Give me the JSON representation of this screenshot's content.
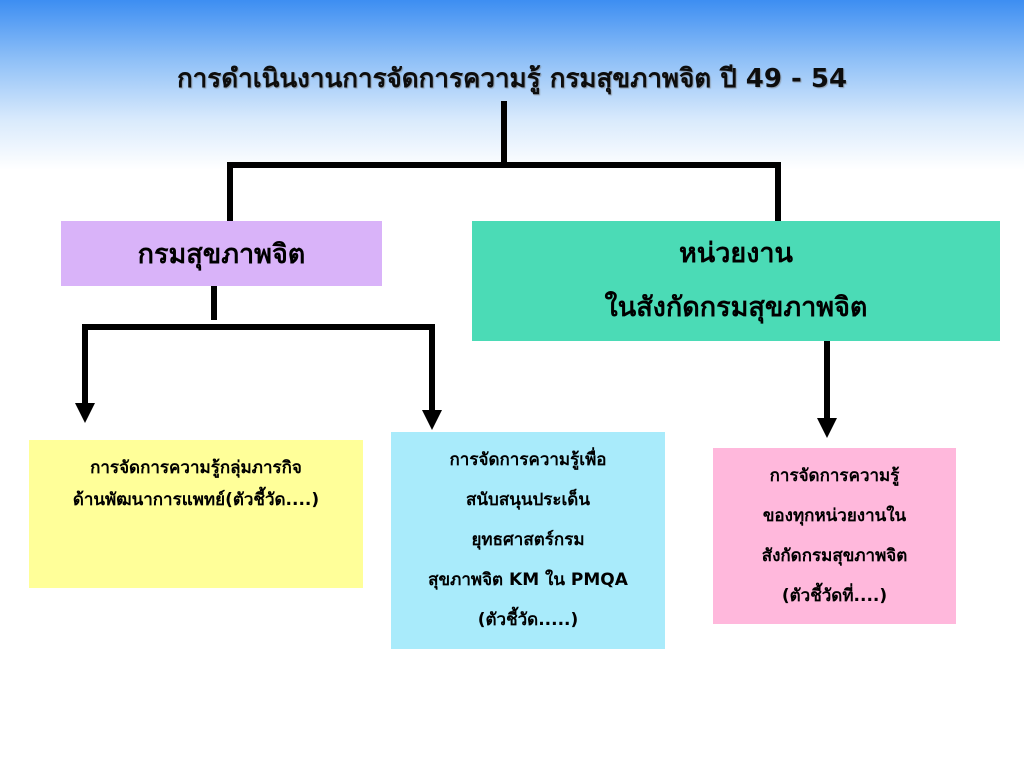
{
  "title": "การดำเนินงานการจัดการความรู้ กรมสุขภาพจิต ปี 49 - 54",
  "colors": {
    "department_box": "#d9b3f9",
    "units_box": "#4bdbb6",
    "mission_box": "#ffff99",
    "strategy_box": "#a9ebfb",
    "all_units_box": "#ffb8dc",
    "connector": "#000000"
  },
  "boxes": {
    "department": {
      "lines": [
        "กรมสุขภาพจิต"
      ]
    },
    "units": {
      "lines": [
        "หน่วยงาน",
        "ในสังกัดกรมสุขภาพจิต"
      ]
    },
    "mission_group_km": {
      "lines": [
        "การจัดการความรู้กลุ่มภารกิจ",
        "ด้านพัฒนาการแพทย์(ตัวชี้วัด....)"
      ]
    },
    "strategy_km": {
      "lines": [
        "การจัดการความรู้เพื่อ",
        "สนับสนุนประเด็น",
        "ยุทธศาสตร์กรม",
        "สุขภาพจิต KM ใน PMQA",
        "(ตัวชี้วัด.....)"
      ]
    },
    "all_units_km": {
      "lines": [
        "การจัดการความรู้",
        "ของทุกหน่วยงานใน",
        "สังกัดกรมสุขภาพจิต",
        "(ตัวชี้วัดที่....)"
      ]
    }
  }
}
